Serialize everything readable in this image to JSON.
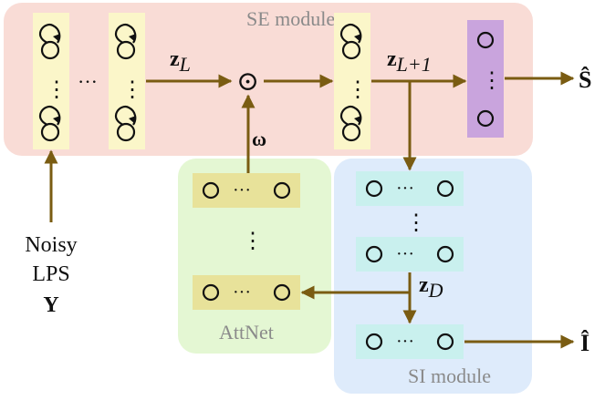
{
  "modules": {
    "se": {
      "label": "SE module",
      "fill": "#f9dcd6"
    },
    "att": {
      "label": "AttNet",
      "fill": "#e4f7d3"
    },
    "si": {
      "label": "SI module",
      "fill": "#deebfb"
    }
  },
  "input": {
    "line1": "Noisy",
    "line2": "LPS",
    "line3": "Y"
  },
  "outputs": {
    "s_hat": "Ŝ",
    "i_hat": "Î"
  },
  "symbols": {
    "z_l_base": "z",
    "z_l_sub": "L",
    "z_l1_base": "z",
    "z_l1_sub": "L+1",
    "z_d_base": "z",
    "z_d_sub": "D",
    "omega": "ω",
    "odot": "⊙",
    "hdots": "···",
    "vdots": "⋮"
  },
  "colors": {
    "arrow": "#7a5c12",
    "recurrent_layer_fill": "#fbf6c9",
    "attnet_layer_fill": "#e8e29a",
    "si_layer_fill": "#c9f0ee",
    "output_layer_fill": "#c9a4dd",
    "node_stroke": "#111111",
    "module_label": "#8a8a8a"
  },
  "icons": [
    "recurrent-node-icon",
    "node-circle-icon",
    "hadamard-product-icon",
    "arrow-icon"
  ]
}
